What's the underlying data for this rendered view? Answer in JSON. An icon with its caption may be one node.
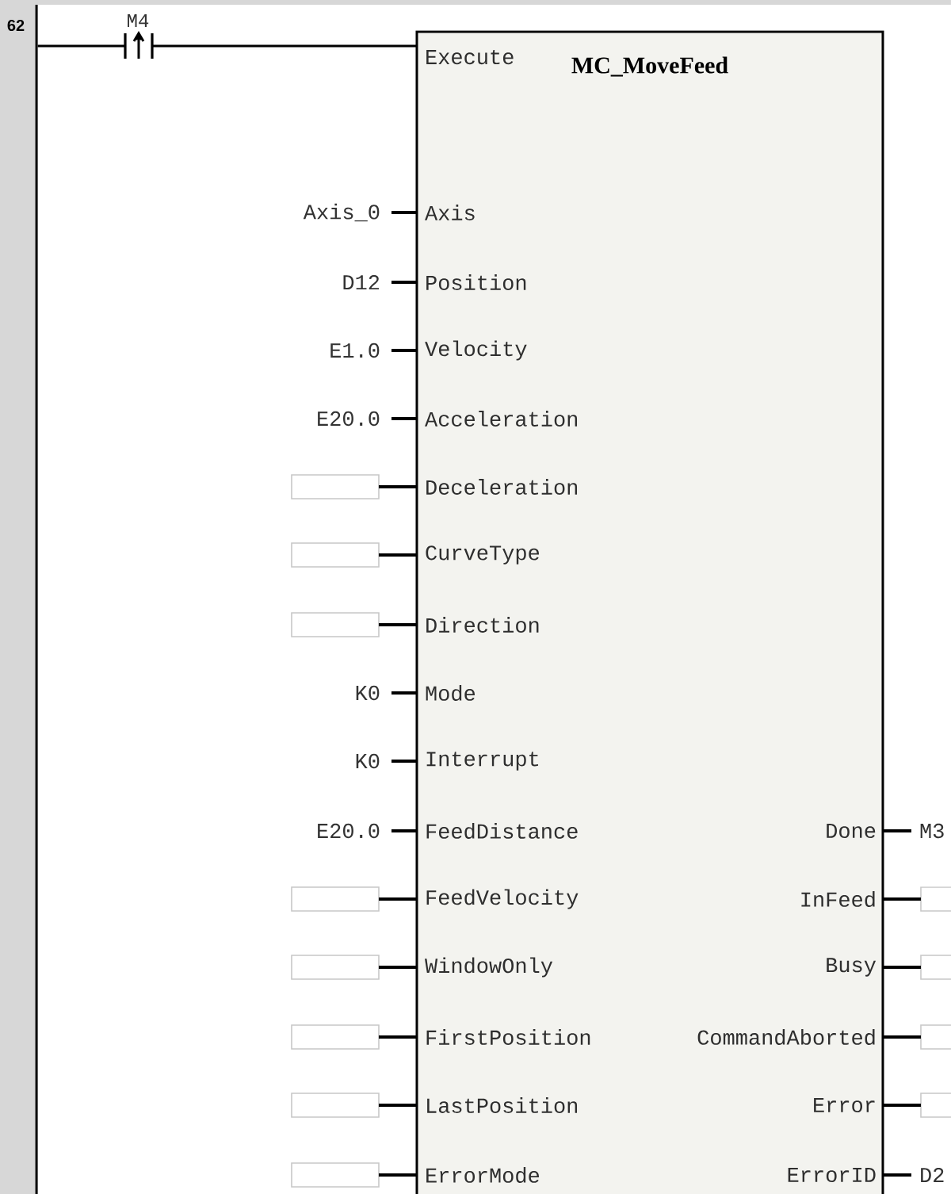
{
  "diagram": {
    "nodes": [
      {
        "text": [],
        "shape": "bar"
      },
      {
        "text": [
          "M4"
        ]
      },
      {
        "text": [
          "MC_MoveFeed"
        ]
      },
      {
        "text": [
          "Execute"
        ],
        "in": 2
      },
      {
        "text": [
          "Axis_0"
        ]
      },
      {
        "text": [
          "Axis"
        ],
        "in": 2
      },
      {
        "text": [
          "D12"
        ]
      },
      {
        "text": [
          "Position"
        ],
        "in": 2
      },
      {
        "text": [
          "E1.0"
        ]
      },
      {
        "text": [
          "Velocity"
        ],
        "in": 2
      },
      {
        "text": [
          "E20.0"
        ]
      },
      {
        "text": [
          "Acceleration"
        ],
        "in": 2
      },
      {
        "text": [],
        "shape": "box"
      },
      {
        "text": [
          "Deceleration"
        ],
        "in": 2
      },
      {
        "text": [],
        "shape": "box"
      },
      {
        "text": [
          "CurveType"
        ],
        "in": 2
      },
      {
        "text": [],
        "shape": "box"
      },
      {
        "text": [
          "Direction"
        ],
        "in": 2
      },
      {
        "text": [
          "K0"
        ]
      },
      {
        "text": [
          "Mode"
        ],
        "in": 2
      },
      {
        "text": [
          "K0"
        ]
      },
      {
        "text": [
          "Interrupt"
        ],
        "in": 2
      },
      {
        "text": [
          "E20.0"
        ]
      },
      {
        "text": [
          "FeedDistance"
        ],
        "in": 2
      },
      {
        "text": [
          "Done"
        ],
        "in": 2
      },
      {
        "text": [
          "M3"
        ]
      },
      {
        "text": [],
        "shape": "box"
      },
      {
        "text": [
          "FeedVelocity"
        ],
        "in": 2
      },
      {
        "text": [
          "InFeed"
        ],
        "in": 2
      },
      {
        "text": [],
        "shape": "box"
      },
      {
        "text": [],
        "shape": "box"
      },
      {
        "text": [
          "WindowOnly"
        ],
        "in": 2
      },
      {
        "text": [
          "Busy"
        ],
        "in": 2
      },
      {
        "text": [],
        "shape": "box"
      },
      {
        "text": [],
        "shape": "box"
      },
      {
        "text": [
          "FirstPosition"
        ],
        "in": 2
      },
      {
        "text": [
          "CommandAborted"
        ],
        "in": 2
      },
      {
        "text": [],
        "shape": "box"
      },
      {
        "text": [],
        "shape": "box"
      },
      {
        "text": [
          "LastPosition"
        ],
        "in": 2
      },
      {
        "text": [
          "Error"
        ],
        "in": 2
      },
      {
        "text": [],
        "shape": "box"
      },
      {
        "text": [],
        "shape": "box"
      },
      {
        "text": [
          "ErrorMode"
        ],
        "in": 2
      },
      {
        "text": [
          "ErrorID"
        ],
        "in": 2
      },
      {
        "text": [
          "D2"
        ]
      }
    ],
    "edges": [
      {
        "from": 0,
        "to": 1,
        "arrow": "none"
      },
      {
        "from": 1,
        "to": 3,
        "arrow": "none"
      },
      {
        "from": 4,
        "to": 5,
        "arrow": "none"
      },
      {
        "from": 6,
        "to": 7,
        "arrow": "none"
      },
      {
        "from": 8,
        "to": 9,
        "arrow": "none"
      },
      {
        "from": 10,
        "to": 11,
        "arrow": "none"
      },
      {
        "from": 12,
        "to": 13,
        "arrow": "none"
      },
      {
        "from": 14,
        "to": 15,
        "arrow": "none"
      },
      {
        "from": 16,
        "to": 17,
        "arrow": "none"
      },
      {
        "from": 18,
        "to": 19,
        "arrow": "none"
      },
      {
        "from": 20,
        "to": 21,
        "arrow": "none"
      },
      {
        "from": 22,
        "to": 23,
        "arrow": "none"
      },
      {
        "from": 24,
        "to": 25,
        "arrow": "none"
      },
      {
        "from": 26,
        "to": 27,
        "arrow": "none"
      },
      {
        "from": 28,
        "to": 29,
        "arrow": "none"
      },
      {
        "from": 30,
        "to": 31,
        "arrow": "none"
      },
      {
        "from": 32,
        "to": 33,
        "arrow": "none"
      },
      {
        "from": 34,
        "to": 35,
        "arrow": "none"
      },
      {
        "from": 36,
        "to": 37,
        "arrow": "none"
      },
      {
        "from": 38,
        "to": 39,
        "arrow": "none"
      },
      {
        "from": 40,
        "to": 41,
        "arrow": "none"
      },
      {
        "from": 42,
        "to": 43,
        "arrow": "none"
      },
      {
        "from": 44,
        "to": 45,
        "arrow": "none"
      }
    ],
    "labels": [
      "62"
    ]
  }
}
